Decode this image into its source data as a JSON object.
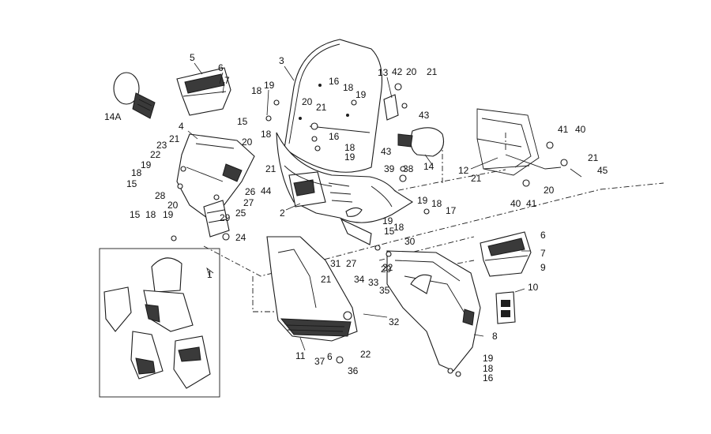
{
  "diagram": {
    "callouts": [
      "1",
      "2",
      "3",
      "4",
      "5",
      "6",
      "7",
      "8",
      "9",
      "10",
      "11",
      "12",
      "13",
      "14",
      "14A",
      "15",
      "16",
      "17",
      "18",
      "19",
      "20",
      "21",
      "22",
      "23",
      "24",
      "25",
      "26",
      "27",
      "28",
      "29",
      "30",
      "31",
      "32",
      "33",
      "34",
      "35",
      "36",
      "37",
      "38",
      "39",
      "40",
      "41",
      "42",
      "43",
      "44",
      "45"
    ]
  }
}
